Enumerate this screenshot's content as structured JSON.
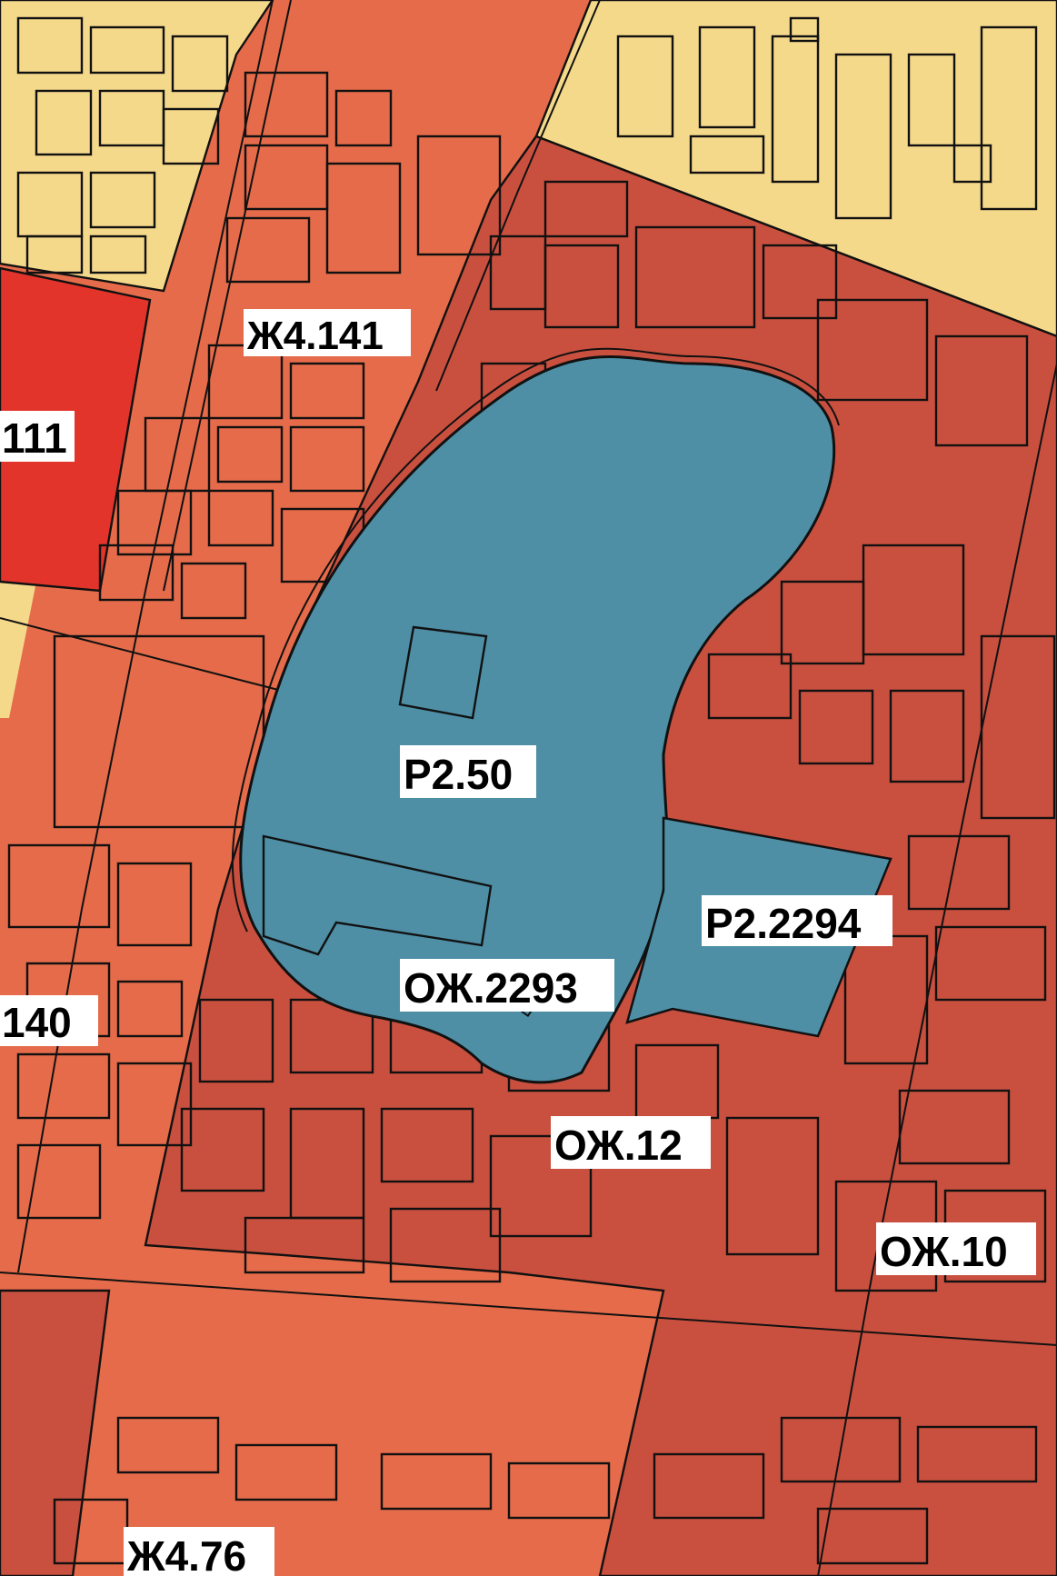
{
  "colors": {
    "yellow_zone": "#f5d98a",
    "orange_zone": "#e56b4a",
    "dark_red_zone": "#c9503f",
    "bright_red_zone": "#e3342b",
    "park_blue": "#4e8fa6",
    "outline": "#111111",
    "label_bg": "#ffffff"
  },
  "labels": {
    "zh4_141": "Ж4.141",
    "r111": "111",
    "r2_50": "Р2.50",
    "r2_2294": "Р2.2294",
    "oj_2293": "ОЖ.2293",
    "z140": "140",
    "oj_12": "ОЖ.12",
    "oj_10": "ОЖ.10",
    "zh4_76": "Ж4.76"
  }
}
